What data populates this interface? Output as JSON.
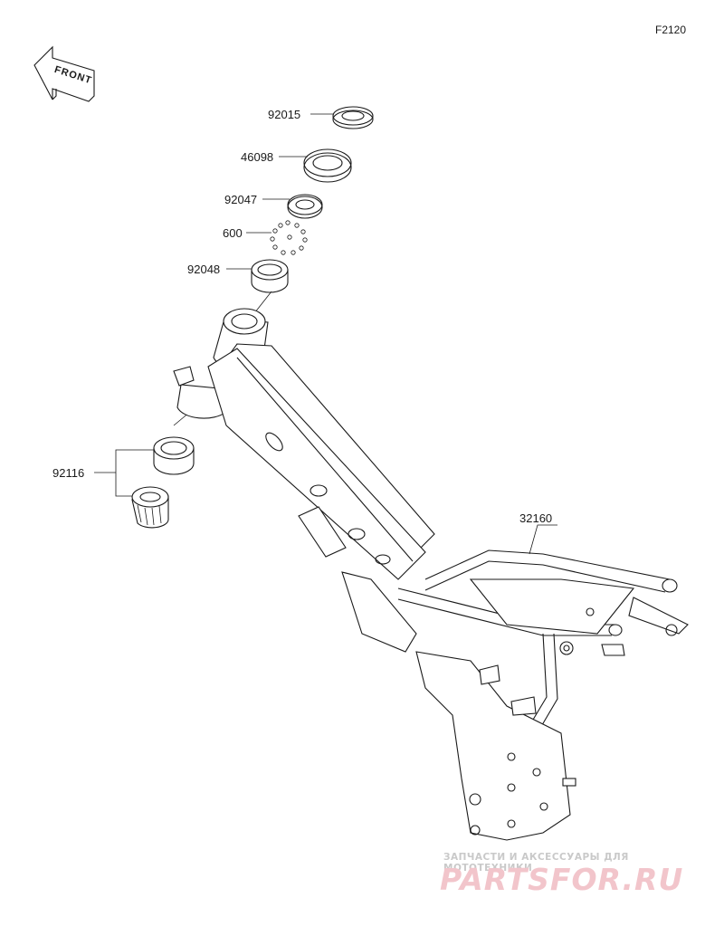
{
  "diagram_code": "F2120",
  "front_arrow_label": "FRONT",
  "parts": [
    {
      "number": "92015"
    },
    {
      "number": "46098"
    },
    {
      "number": "92047"
    },
    {
      "number": "600"
    },
    {
      "number": "92048"
    },
    {
      "number": "92116"
    },
    {
      "number": "32160"
    }
  ],
  "watermark": {
    "tagline": "ЗАПЧАСТИ И АКСЕССУАРЫ ДЛЯ МОТОТЕХНИКИ",
    "logo": "PARTSFOR.RU"
  }
}
